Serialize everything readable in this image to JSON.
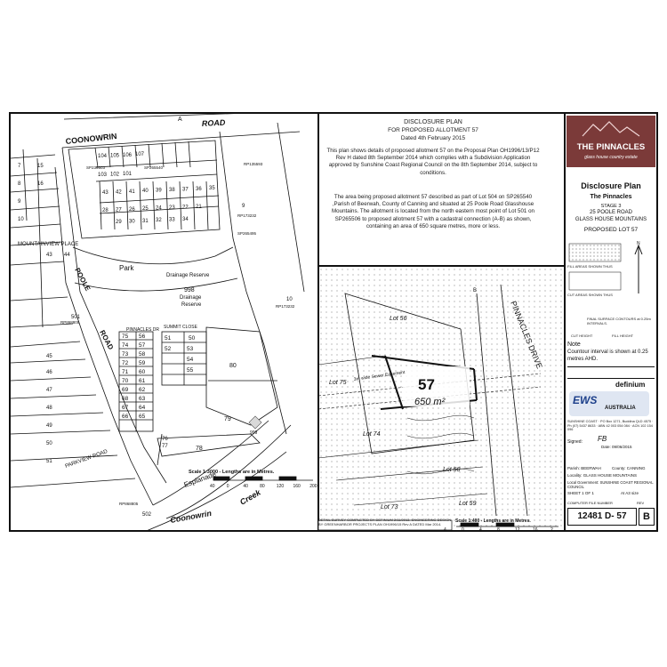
{
  "roads": {
    "coonowrin_road": "COONOWRIN",
    "road_word": "ROAD",
    "point_a": "A",
    "poole": "POOLE",
    "road": "ROAD",
    "parkview_road": "PARKVIEW ROAD",
    "mountainview_place": "MOUNTAINVIEW PLACE",
    "esplanade": "Esplanade",
    "coonowrin_creek": "Coonowrin",
    "creek": "Creek",
    "pinnacles_dr": "PINNACLES DR",
    "summit_close": "SUMMIT CLOSE",
    "pinnacles_drive": "PINNACLES DRIVE"
  },
  "key_plan": {
    "park": "Park",
    "drainage_reserve_label": "Drainage Reserve",
    "lot_998": "998",
    "drainage_reserve_998": "Drainage",
    "reserve_998": "Reserve",
    "lot_999": "999",
    "lot_80": "80",
    "lot_79": "79",
    "lot_78": "78",
    "lot_77": "77",
    "lot_76": "76",
    "lot_10": "10",
    "lot_9": "9",
    "stage_lots": [
      "75",
      "56",
      "74",
      "57",
      "73",
      "58",
      "72",
      "59",
      "71",
      "60",
      "70",
      "61",
      "69",
      "62",
      "68",
      "63",
      "67",
      "64",
      "66",
      "65",
      "51",
      "52",
      "53",
      "54",
      "55",
      "50"
    ],
    "top_lots": [
      "104",
      "105",
      "106",
      "107",
      "103",
      "102",
      "101",
      "43",
      "42",
      "41",
      "40",
      "39",
      "38",
      "37",
      "36",
      "35",
      "29",
      "30",
      "31",
      "32",
      "33",
      "34",
      "28",
      "27",
      "26",
      "25",
      "24",
      "23",
      "22",
      "21"
    ],
    "west_lots": [
      "45",
      "46",
      "47",
      "48",
      "49",
      "50",
      "51",
      "501",
      "502",
      "43",
      "44",
      "7",
      "8",
      "9",
      "10",
      "15",
      "16"
    ],
    "plans": {
      "rp": "RP173232",
      "rp2": "RP173232",
      "sp": "SP265540",
      "sp2": "SP265495",
      "rp3": "RP135593",
      "sp3": "SP239503",
      "rp4": "RP868805",
      "rp5": "RP868805"
    },
    "scale": "Scale 1:3000 - Lengths are in Metres.",
    "scale_ticks": [
      "40",
      "0",
      "40",
      "80",
      "120",
      "160",
      "200"
    ]
  },
  "disclosure": {
    "heading": "DISCLOSURE PLAN",
    "subheading": "FOR PROPOSED ALLOTMENT 57",
    "dated": "Dated 4th February 2015",
    "para1": "This plan shows details of proposed allotment 57 on the Proposal Plan OH1996/13/P12 Rev H dated 8th September 2014 which complies with a Subdivision Application approved by Sunshine Coast Regional Council on the 8th September 2014, subject to conditions.",
    "para2": "The area being proposed allotment 57 described as part of Lot 504 on SP265540 ,Parish of Beerwah, County of Canning and situated at 25 Poole Road Glasshouse Mountains. The allotment is located from the north eastern most point of Lot 501 on SP265506 to proposed allotment 57 with a cadastral connection (A-B) as shown, containing an area of 650 square metres, more or less."
  },
  "detail": {
    "lot": "57",
    "area": "650 m²",
    "lot56": "Lot 56",
    "lot58": "Lot 58",
    "lot59": "Lot 59",
    "lot73": "Lot 73",
    "lot74": "Lot 74",
    "lot75": "Lot 75",
    "point_b": "B",
    "easement": "3m wide Sewer Easement",
    "note": "DETAIL SURVEY COMPLETED BY DEFINIUM 2/11/2013. ENGINEERING DESIGN BY GREENHARBOR PROJECTS PLAN OH1996/15 Rev A DATED Mar 2014.",
    "scale": "Scale 1:400 - Lengths are in Metres.",
    "scale_ticks": [
      "4",
      "0",
      "4",
      "8",
      "12",
      "16",
      "20"
    ]
  },
  "title_block": {
    "brand": "THE PINNACLES",
    "tagline": "glass house country estate",
    "plan_title": "Disclosure Plan",
    "project": "The Pinnacles",
    "stage": "STAGE 3",
    "address": "25 POOLE ROAD",
    "locality": "GLASS HOUSE MOUNTAINS",
    "lot": "PROPOSED LOT 57",
    "legend_fill": "FILL AREAS SHOWN THUS",
    "legend_cut": "CUT AREAS SHOWN THUS",
    "contour_legend": "FINAL SURFACE CONTOURS at 0.25m INTERVALS.",
    "cut_height": "CUT HEIGHT",
    "fill_height": "FILL HEIGHT",
    "note_head": "Note",
    "note_body": "Countour interval is shown at 0.25 metres AHD.",
    "company": "definium",
    "ews": "EWS",
    "australia": "AUSTRALIA",
    "firm_details": "SUNSHINE COAST · PO Box 1271, Buddina QLD 4575 · Ph (07) 5437 8633 · ABN 42 003 054 084 · ACN 102 154 096",
    "signed": "Signed:",
    "sig": "FB",
    "date": "Date: 09/06/2015",
    "parish_label": "Parish:",
    "parish": "BEERWAH",
    "county_label": "County:",
    "county": "CANNING",
    "locality_label": "Locality:",
    "locality_val": "GLASS HOUSE MOUNTAINS",
    "lga_label": "Local Government:",
    "lga": "SUNSHINE COAST REGIONAL COUNCIL",
    "sheet": "SHEET 1 OF 1",
    "size": "At A3 size",
    "number_label": "COMPUTER FILE NUMBER",
    "rev_label": "REV",
    "number": "12481 D- 57",
    "rev": "B"
  }
}
